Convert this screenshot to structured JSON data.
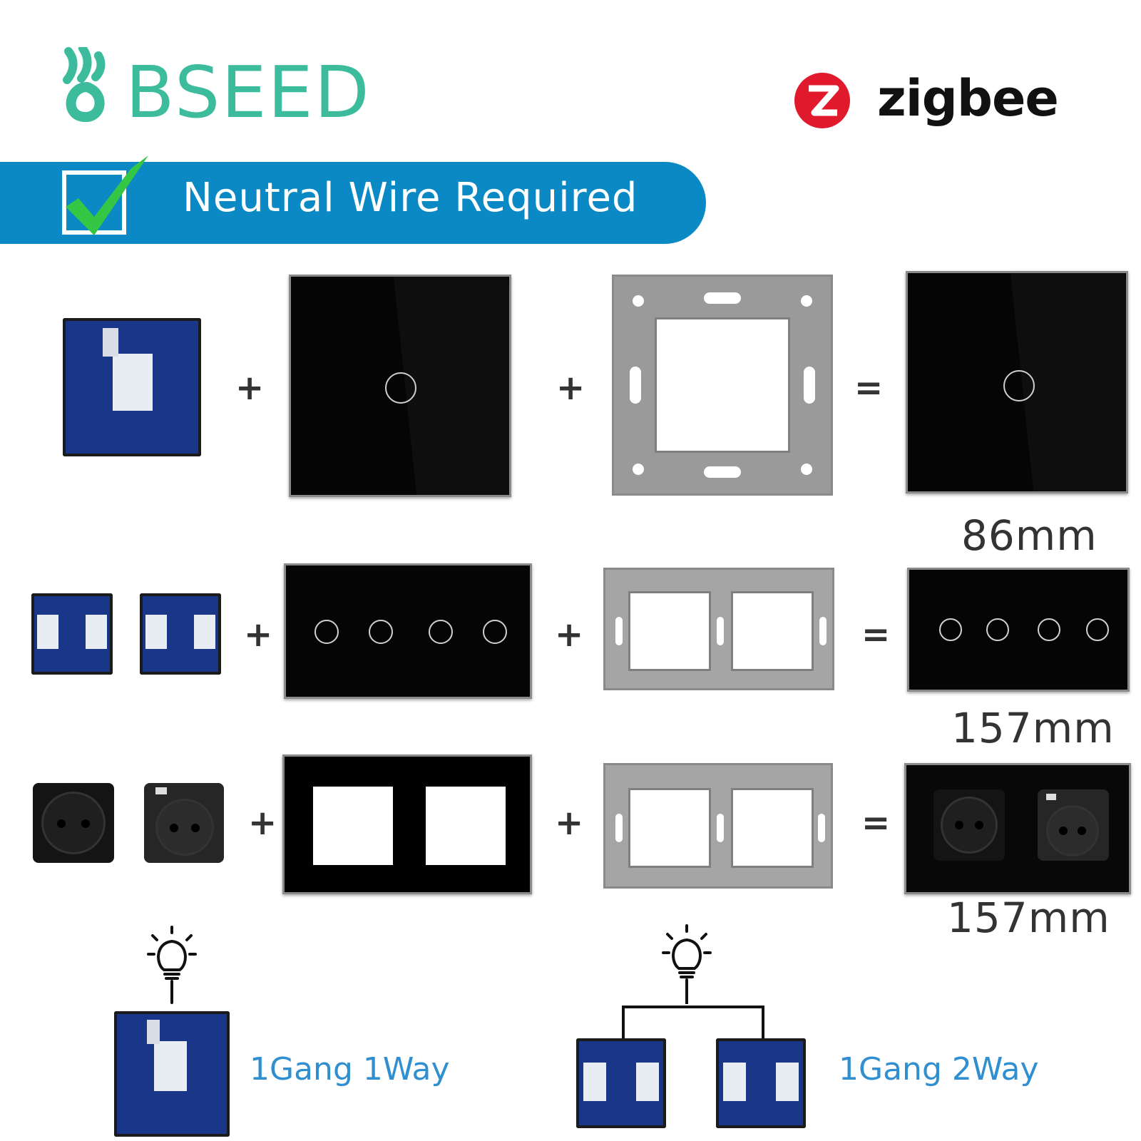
{
  "brand": {
    "name": "BSEED",
    "color": "#3dbb9d"
  },
  "certification": {
    "name": "zigbee",
    "logo_color": "#e1192c",
    "text_color": "#111111"
  },
  "banner": {
    "text": "Neutral Wire Required",
    "color": "#0b89c4",
    "check_color": "#35c646",
    "icon": "checkbox-check-icon"
  },
  "operators": {
    "plus": "+",
    "equals": "="
  },
  "rows": [
    {
      "type": "1-gang-switch",
      "size": "86mm"
    },
    {
      "type": "2-frame-switch",
      "size": "157mm"
    },
    {
      "type": "2-frame-socket",
      "size": "157mm"
    }
  ],
  "wiring": [
    {
      "label": "1Gang 1Way",
      "icon": "light-bulb-icon"
    },
    {
      "label": "1Gang 2Way",
      "icon": "light-bulb-icon"
    }
  ],
  "colors": {
    "module_blue": "#1a3688",
    "caption_blue": "#2f8fd0",
    "frame_gray": "#9a9a9a"
  }
}
